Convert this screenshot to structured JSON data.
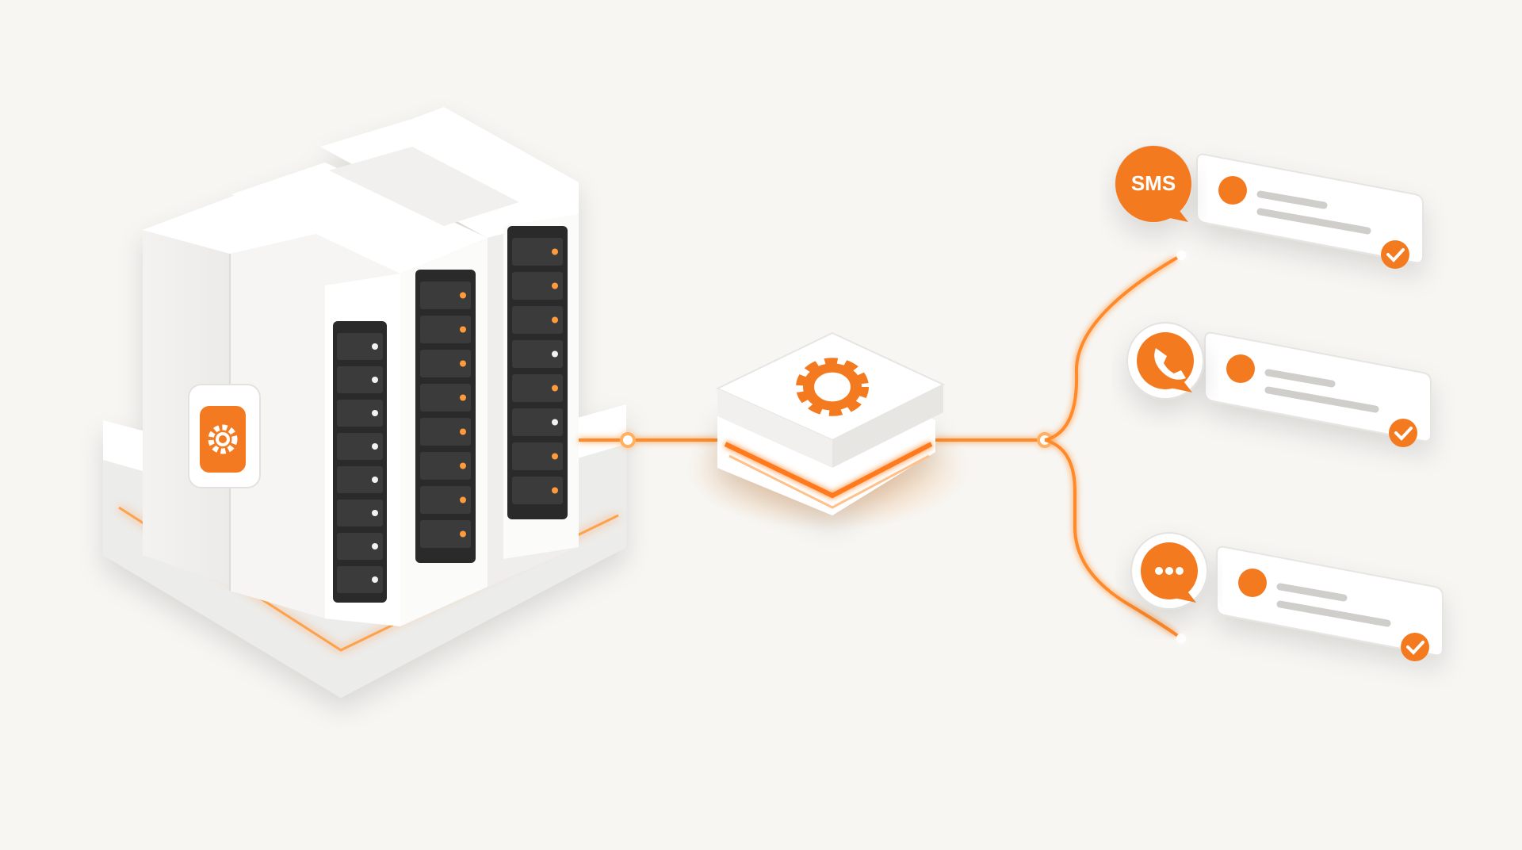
{
  "colors": {
    "background": "#f7f6f3",
    "accent": "#f47a20",
    "accent_glow": "#ffb061",
    "panel": "#ffffff",
    "panel_shade": "#e7e6e3",
    "rack_face": "#2b2b2b",
    "led_orange": "#ff9a3c",
    "led_white": "#f2f2f2"
  },
  "server": {
    "icon": "gear-icon",
    "racks": [
      {
        "leds": [
          "white",
          "white",
          "white",
          "white",
          "white",
          "white",
          "white",
          "white"
        ]
      },
      {
        "leds": [
          "orange",
          "orange",
          "orange",
          "orange",
          "orange",
          "orange",
          "orange",
          "orange"
        ]
      },
      {
        "leds": [
          "orange",
          "orange",
          "orange",
          "white",
          "orange",
          "white",
          "orange",
          "orange"
        ]
      }
    ]
  },
  "hub": {
    "icon": "gear-icon"
  },
  "channels": [
    {
      "badge": "SMS",
      "icon": "sms-bubble-icon",
      "status": "check-icon"
    },
    {
      "badge": "",
      "icon": "phone-bubble-icon",
      "status": "check-icon"
    },
    {
      "badge": "",
      "icon": "chat-dots-bubble-icon",
      "status": "check-icon"
    }
  ]
}
